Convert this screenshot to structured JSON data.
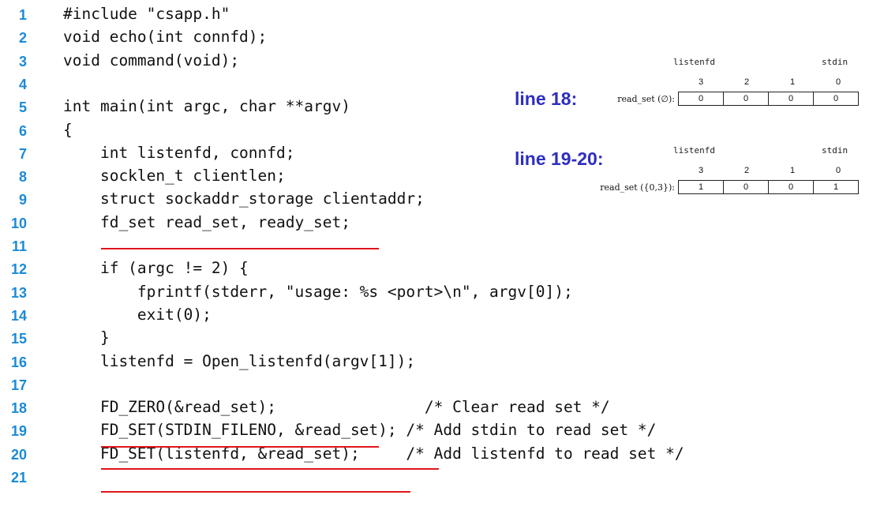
{
  "code_lines": [
    {
      "num": "1",
      "text": "#include \"csapp.h\""
    },
    {
      "num": "2",
      "text": "void echo(int connfd);"
    },
    {
      "num": "3",
      "text": "void command(void);"
    },
    {
      "num": "4",
      "text": ""
    },
    {
      "num": "5",
      "text": "int main(int argc, char **argv)"
    },
    {
      "num": "6",
      "text": "{"
    },
    {
      "num": "7",
      "text": "    int listenfd, connfd;"
    },
    {
      "num": "8",
      "text": "    socklen_t clientlen;"
    },
    {
      "num": "9",
      "text": "    struct sockaddr_storage clientaddr;"
    },
    {
      "num": "10",
      "text": "    fd_set read_set, ready_set;"
    },
    {
      "num": "11",
      "text": ""
    },
    {
      "num": "12",
      "text": "    if (argc != 2) {"
    },
    {
      "num": "13",
      "text": "        fprintf(stderr, \"usage: %s <port>\\n\", argv[0]);"
    },
    {
      "num": "14",
      "text": "        exit(0);"
    },
    {
      "num": "15",
      "text": "    }"
    },
    {
      "num": "16",
      "text": "    listenfd = Open_listenfd(argv[1]);"
    },
    {
      "num": "17",
      "text": ""
    },
    {
      "num": "18",
      "text": "    FD_ZERO(&read_set);                /* Clear read set */"
    },
    {
      "num": "19",
      "text": "    FD_SET(STDIN_FILENO, &read_set); /* Add stdin to read set */"
    },
    {
      "num": "20",
      "text": "    FD_SET(listenfd, &read_set);     /* Add listenfd to read set */"
    },
    {
      "num": "21",
      "text": ""
    }
  ],
  "diagrams": [
    {
      "annotation": "line 18:",
      "left_label": "listenfd",
      "right_label": "stdin",
      "bit_labels": [
        "3",
        "2",
        "1",
        "0"
      ],
      "set_label": "read_set (∅):",
      "cells": [
        "0",
        "0",
        "0",
        "0"
      ]
    },
    {
      "annotation": "line 19-20:",
      "left_label": "listenfd",
      "right_label": "stdin",
      "bit_labels": [
        "3",
        "2",
        "1",
        "0"
      ],
      "set_label": "read_set ({0,3}):",
      "cells": [
        "1",
        "0",
        "0",
        "1"
      ]
    }
  ],
  "colors": {
    "line_number": "#1b8ad6",
    "annotation": "#2e2ec0",
    "underline": "#e0151b",
    "code": "#111111"
  }
}
